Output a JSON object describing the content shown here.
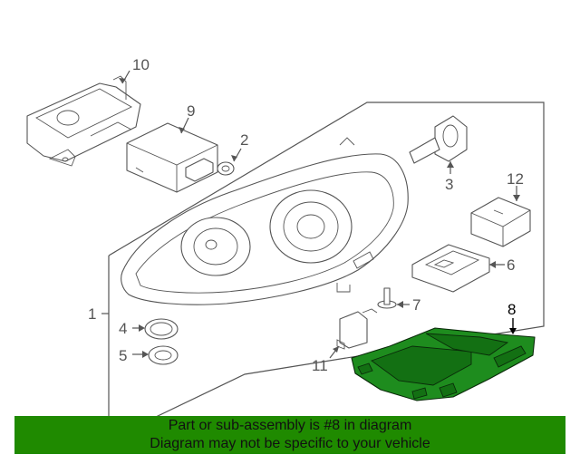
{
  "callouts": {
    "c1": "1",
    "c2": "2",
    "c3": "3",
    "c4": "4",
    "c5": "5",
    "c6": "6",
    "c7": "7",
    "c8": "8",
    "c9": "9",
    "c10": "10",
    "c11": "11",
    "c12": "12"
  },
  "highlighted_part": "8",
  "colors": {
    "highlight": "#1e8c1e",
    "banner": "#1f8a00",
    "line": "#555555"
  },
  "banner": {
    "line1": "Part or sub-assembly is #8 in diagram",
    "line2": "Diagram may not be specific to your vehicle"
  }
}
